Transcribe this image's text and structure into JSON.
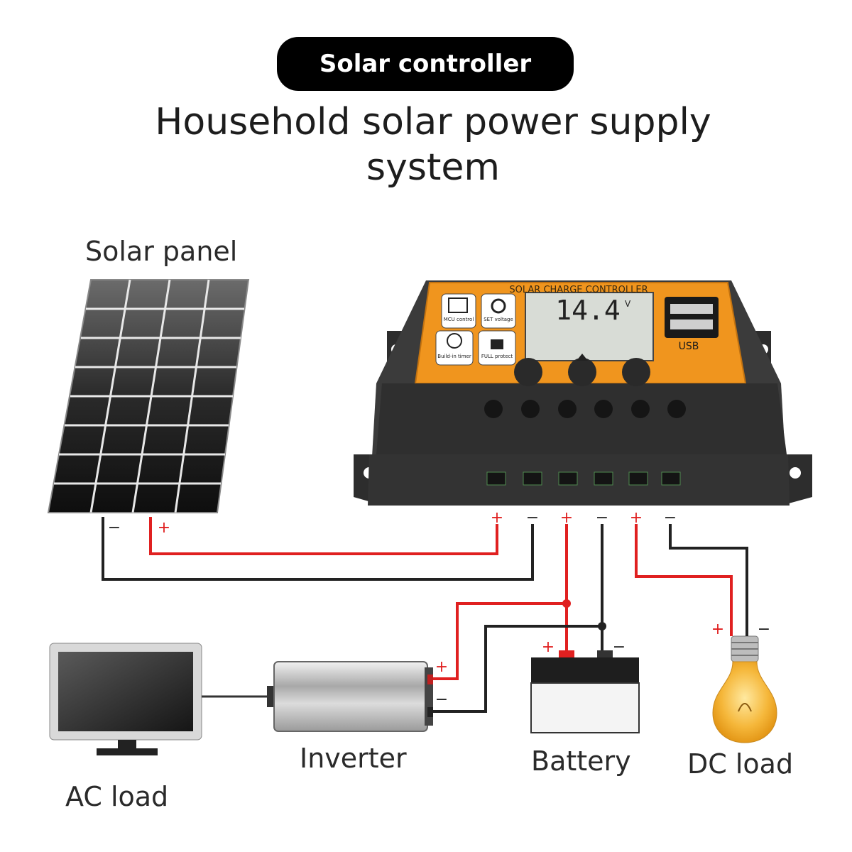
{
  "badge": "Solar controller",
  "title": "Household solar power supply system",
  "labels": {
    "solar_panel": "Solar panel",
    "inverter": "Inverter",
    "battery": "Battery",
    "dc_load": "DC load",
    "ac_load": "AC load"
  },
  "controller": {
    "header": "SOLAR CHARGE CONTROLLER",
    "display_value": "14.4",
    "display_unit": "V",
    "btn_mcu": "MCU control",
    "btn_set": "SET voltage",
    "btn_timer": "Build-in timer",
    "btn_full": "FULL protect",
    "usb_label": "USB"
  },
  "polarity": {
    "plus": "+",
    "minus": "−"
  },
  "colors": {
    "controller_face": "#f0951e",
    "controller_body": "#3a3a3a",
    "wire_positive": "#e02020",
    "wire_negative": "#222222"
  }
}
